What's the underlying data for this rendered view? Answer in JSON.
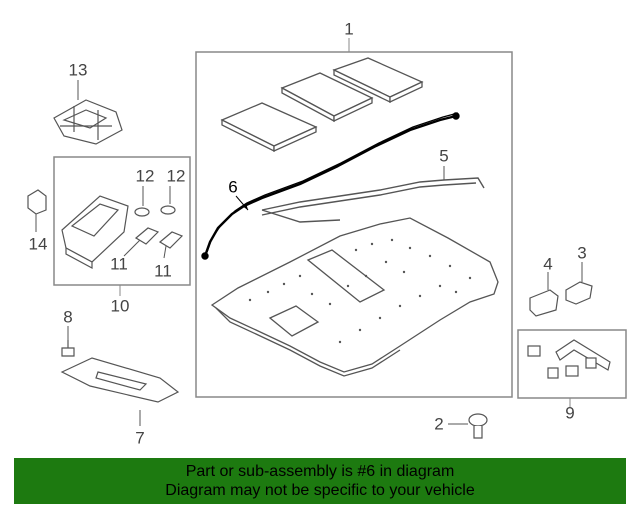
{
  "callouts": {
    "c1": "1",
    "c2": "2",
    "c3": "3",
    "c4": "4",
    "c5": "5",
    "c6": "6",
    "c7": "7",
    "c8": "8",
    "c9": "9",
    "c10": "10",
    "c11a": "11",
    "c11b": "11",
    "c12a": "12",
    "c12b": "12",
    "c13": "13",
    "c14": "14"
  },
  "banner": {
    "line1": "Part or sub-assembly is #6 in diagram",
    "line2": "Diagram may not be specific to your vehicle",
    "color": "#1d7a10"
  },
  "colors": {
    "line": "#555555",
    "highlight": "#000000",
    "box": "#888888"
  }
}
